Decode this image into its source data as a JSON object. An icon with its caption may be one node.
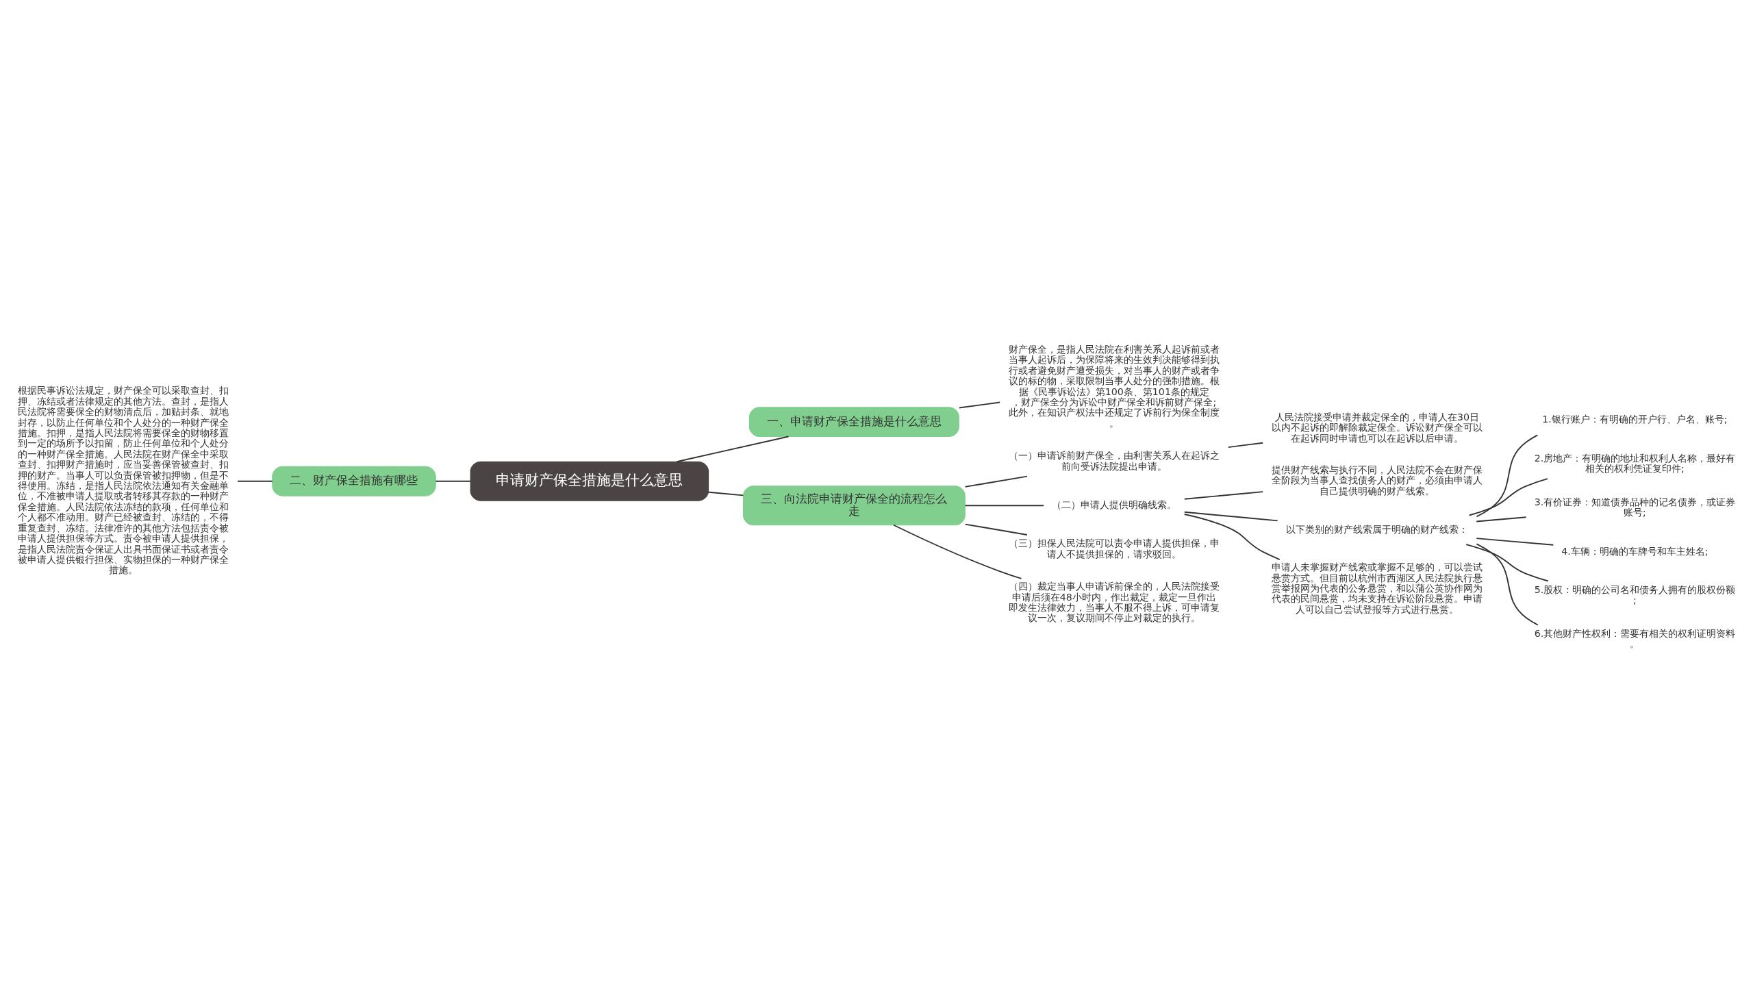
{
  "diagram": {
    "nodes": [
      {
        "text": [
          "申请财产保全措施是什么意思"
        ]
      },
      {
        "text": [
          "一、申请财产保全措施是什么意思"
        ]
      },
      {
        "text": [
          "财产保全，是指人民法院在利害关系人起诉前或者当事人起诉后，为保障将来的生效判决能够得到执行或者避免财产遭受损失，对当事人的财产或者争议的标的物，采取限制当事人处分的强制措施。根据《民事诉讼法》第100条、第101条的规定，财产保全分为诉讼中财产保全和诉前财产保全;此外，在知识产权法中还规定了诉前行为保全制度。"
        ]
      },
      {
        "text": [
          "二、财产保全措施有哪些"
        ]
      },
      {
        "text": [
          "根据民事诉讼法规定，财产保全可以采取查封、扣押、冻结或者法律规定的其他方法。查封，是指人民法院将需要保全的财物清点后，加贴封条、就地封存，以防止任何单位和个人处分的一种财产保全措施。扣押，是指人民法院将需要保全的财物移置到一定的场所予以扣留，防止任何单位和个人处分的一种财产保全措施。人民法院在财产保全中采取查封、扣押财产措施时，应当妥善保管被查封、扣押的财产。当事人可以负责保管被扣押物，但是不得使用。冻结，是指人民法院依法通知有关金融单位，不准被申请人提取或者转移其存款的一种财产保全措施。人民法院依法冻结的款项，任何单位和个人都不准动用。财产已经被查封、冻结的，不得重复查封、冻结。法律准许的其他方法包括责令被申请人提供担保等方式。责令被申请人提供担保，是指人民法院责令保证人出具书面保证书或者责令被申请人提供银行担保、实物担保的一种财产保全措施。"
        ]
      },
      {
        "text": [
          "三、向法院申请财产保全的流程怎么走"
        ]
      },
      {
        "text": [
          "（一）申请诉前财产保全，由利害关系人在起诉之前向受诉法院提出申请。"
        ]
      },
      {
        "text": [
          "人民法院接受申请并裁定保全的，申请人在30日以内不起诉的即解除裁定保全。诉讼财产保全可以在起诉同时申请也可以在起诉以后申请。"
        ]
      },
      {
        "text": [
          "（二）申请人提供明确线索。"
        ]
      },
      {
        "text": [
          "提供财产线索与执行不同，人民法院不会在财产保全阶段为当事人查找债务人的财产，必须由申请人自己提供明确的财产线索。"
        ]
      },
      {
        "text": [
          "以下类别的财产线索属于明确的财产线索："
        ]
      },
      {
        "text": [
          "1.银行账户：有明确的开户行、户名、账号;"
        ]
      },
      {
        "text": [
          "2.房地产：有明确的地址和权利人名称，最好有相关的权利凭证复印件;"
        ]
      },
      {
        "text": [
          "3.有价证券：知道债券品种的记名债券，或证券账号;"
        ]
      },
      {
        "text": [
          "4.车辆：明确的车牌号和车主姓名;"
        ]
      },
      {
        "text": [
          "5.股权：明确的公司名和债务人拥有的股权份额;"
        ]
      },
      {
        "text": [
          "6.其他财产性权利：需要有相关的权利证明资料。"
        ]
      },
      {
        "text": [
          "申请人未掌握财产线索或掌握不足够的，可以尝试悬赏方式。但目前以杭州市西湖区人民法院执行悬赏举报网为代表的公务悬赏，和以蒲公英协作网为代表的民间悬赏，均未支持在诉讼阶段悬赏。申请人可以自己尝试登报等方式进行悬赏。"
        ]
      },
      {
        "text": [
          "（三）担保人民法院可以责令申请人提供担保，申请人不提供担保的，请求驳回。"
        ]
      },
      {
        "text": [
          "（四）裁定当事人申请诉前保全的，人民法院接受申请后须在48小时内，作出裁定，裁定一旦作出即发生法律效力，当事人不服不得上诉，可申请复议一次，复议期间不停止对裁定的执行。"
        ]
      }
    ],
    "edges": [
      {
        "from": 0,
        "to": 1,
        "arrow": "none"
      },
      {
        "from": 1,
        "to": 2,
        "arrow": "none"
      },
      {
        "from": 0,
        "to": 3,
        "arrow": "none"
      },
      {
        "from": 3,
        "to": 4,
        "arrow": "none"
      },
      {
        "from": 0,
        "to": 5,
        "arrow": "none"
      },
      {
        "from": 5,
        "to": 6,
        "arrow": "none"
      },
      {
        "from": 6,
        "to": 7,
        "arrow": "none"
      },
      {
        "from": 5,
        "to": 8,
        "arrow": "none"
      },
      {
        "from": 8,
        "to": 9,
        "arrow": "none"
      },
      {
        "from": 8,
        "to": 10,
        "arrow": "none"
      },
      {
        "from": 10,
        "to": 11,
        "arrow": "none"
      },
      {
        "from": 10,
        "to": 12,
        "arrow": "none"
      },
      {
        "from": 10,
        "to": 13,
        "arrow": "none"
      },
      {
        "from": 10,
        "to": 14,
        "arrow": "none"
      },
      {
        "from": 10,
        "to": 15,
        "arrow": "none"
      },
      {
        "from": 10,
        "to": 16,
        "arrow": "none"
      },
      {
        "from": 8,
        "to": 17,
        "arrow": "none"
      },
      {
        "from": 5,
        "to": 18,
        "arrow": "none"
      },
      {
        "from": 5,
        "to": 19,
        "arrow": "none"
      }
    ]
  }
}
